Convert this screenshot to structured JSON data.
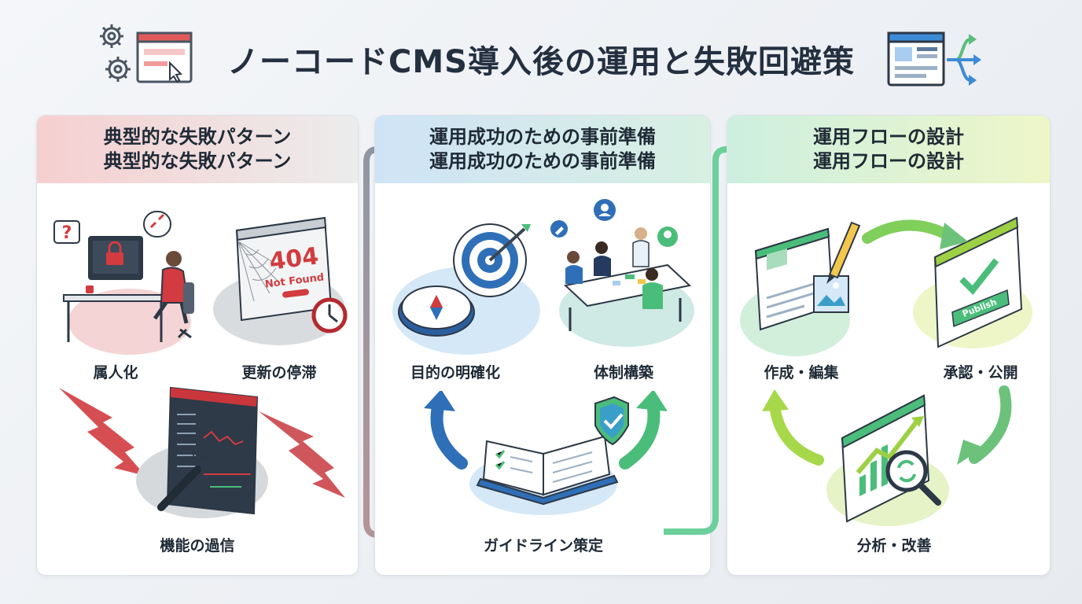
{
  "title": "ノーコードCMS導入後の運用と失敗回避策",
  "panels": [
    {
      "heading_line1": "典型的な失敗パターン",
      "heading_line2": "典型的な失敗パターン",
      "items": [
        "属人化",
        "更新の停滞",
        "機能の過信"
      ],
      "icon_texts": [
        "404",
        "Not Found"
      ]
    },
    {
      "heading_line1": "運用成功のための事前準備",
      "heading_line2": "運用成功のための事前準備",
      "items": [
        "目的の明確化",
        "体制構築",
        "ガイドライン策定"
      ]
    },
    {
      "heading_line1": "運用フローの設計",
      "heading_line2": "運用フローの設計",
      "items": [
        "作成・編集",
        "承認・公開",
        "分析・改善"
      ],
      "icon_texts": [
        "Publish"
      ]
    }
  ],
  "colors": {
    "failure": "#c9363c",
    "prep": "#2f6fb8",
    "flow": "#4bbd7a",
    "lime": "#9ed044"
  },
  "icons": [
    "gear-icon",
    "browser-cursor-icon",
    "layout-branch-icon"
  ]
}
